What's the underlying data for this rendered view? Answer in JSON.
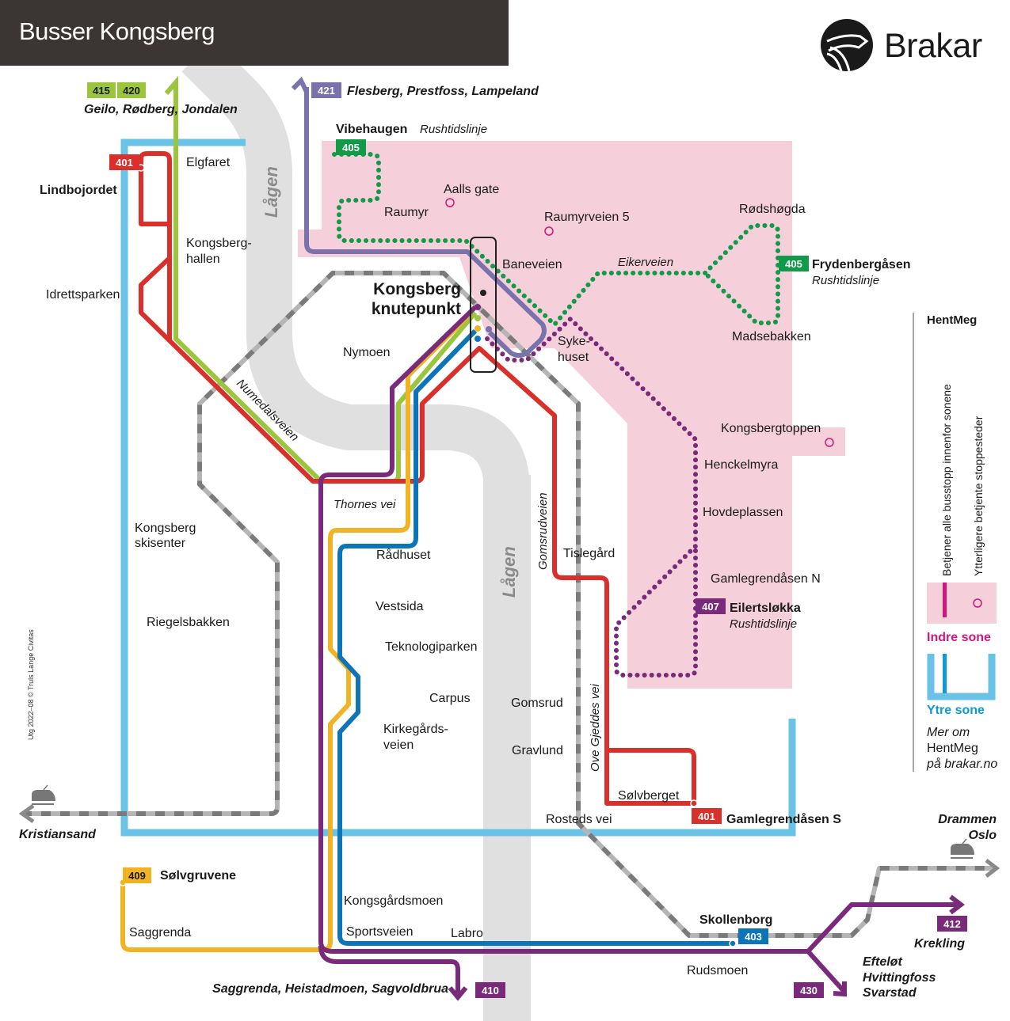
{
  "header": {
    "title": "Busser Kongsberg",
    "brand": "Brakar"
  },
  "colors": {
    "r401": "#d9302c",
    "r403": "#0d74b8",
    "r405": "#119a48",
    "r407": "#7a2a7a",
    "r409": "#f0b323",
    "r410": "#7a2a7a",
    "r412": "#7a2a7a",
    "r415": "#9bc53d",
    "r420": "#9bc53d",
    "r421": "#7a72ad",
    "r430": "#7a2a7a",
    "inner_zone": "#f5cfda",
    "outer_zone": "#6ac2e6",
    "river": "#e0e0e0",
    "rail": "#a0a0a0",
    "magenta": "#d4157a"
  },
  "routes": [
    {
      "number": "415",
      "color": "#9bc53d",
      "destination": "Geilo, Rødberg, Jondalen"
    },
    {
      "number": "420",
      "color": "#9bc53d",
      "destination": "Geilo, Rødberg, Jondalen"
    },
    {
      "number": "421",
      "color": "#7a72ad",
      "destination": "Flesberg, Prestfoss, Lampeland"
    },
    {
      "number": "405",
      "color": "#119a48",
      "destination": "Vibehaugen",
      "note": "Rushtidslinje"
    },
    {
      "number": "405",
      "color": "#119a48",
      "destination": "Frydenbergåsen",
      "note": "Rushtidslinje"
    },
    {
      "number": "401",
      "color": "#d9302c",
      "destination": "Lindbojordet"
    },
    {
      "number": "401",
      "color": "#d9302c",
      "destination": "Gamlegrendåsen S"
    },
    {
      "number": "407",
      "color": "#7a2a7a",
      "destination": "Eilertsløkka",
      "note": "Rushtidslinje"
    },
    {
      "number": "409",
      "color": "#f0b323",
      "destination": "Sølvgruvene"
    },
    {
      "number": "410",
      "color": "#7a2a7a",
      "destination": "Saggrenda, Heistadmoen, Sagvoldbrua"
    },
    {
      "number": "403",
      "color": "#0d74b8",
      "destination": "Skollenborg"
    },
    {
      "number": "412",
      "color": "#7a2a7a",
      "destination": "Krekling"
    },
    {
      "number": "430",
      "color": "#7a2a7a",
      "destination": "Efteløt Hvittingfoss Svarstad"
    }
  ],
  "labels": {
    "dest_415_420": "Geilo, Rødberg, Jondalen",
    "dest_421": "Flesberg, Prestfoss, Lampeland",
    "vibehaugen": "Vibehaugen",
    "rushtid": "Rushtidslinje",
    "lindbojordet": "Lindbojordet",
    "elgfaret": "Elgfaret",
    "kongsberghallen_1": "Kongsberg-",
    "kongsberghallen_2": "hallen",
    "idrettsparken": "Idrettsparken",
    "lagen": "Lågen",
    "raumyr": "Raumyr",
    "aalls_gate": "Aalls gate",
    "raumyrveien5": "Raumyrveien 5",
    "rodshogda": "Rødshøgda",
    "frydenbergasen": "Frydenbergåsen",
    "baneveien": "Baneveien",
    "eikerveien": "Eikerveien",
    "madsebakken": "Madsebakken",
    "knutepunkt_1": "Kongsberg",
    "knutepunkt_2": "knutepunkt",
    "nymoen": "Nymoen",
    "sykehuset_1": "Syke-",
    "sykehuset_2": "huset",
    "numedalsveien": "Numedalsveien",
    "kongsbergtoppen": "Kongsbergtoppen",
    "henckelmyra": "Henckelmyra",
    "thornes_vei": "Thornes vei",
    "hovdeplassen": "Hovdeplassen",
    "kongsberg_skisenter_1": "Kongsberg",
    "kongsberg_skisenter_2": "skisenter",
    "gomsrudveien": "Gomsrudveien",
    "radhuset": "Rådhuset",
    "tislegard": "Tislegård",
    "gamlegrendasen_n": "Gamlegrendåsen N",
    "eilertslokka": "Eilertsløkka",
    "vestsida": "Vestsida",
    "riegelsbakken": "Riegelsbakken",
    "teknologiparken": "Teknologiparken",
    "carpus": "Carpus",
    "gomsrud": "Gomsrud",
    "kirkegardsveien_1": "Kirkegårds-",
    "kirkegardsveien_2": "veien",
    "gravlund": "Gravlund",
    "ove_gjeddes_vei": "Ove Gjeddes vei",
    "solvberget": "Sølvberget",
    "rosteds_vei": "Rosteds vei",
    "gamlegrendasen_s": "Gamlegrendåsen S",
    "kristiansand": "Kristiansand",
    "drammen": "Drammen",
    "oslo": "Oslo",
    "solvgruvene": "Sølvgruvene",
    "kongsgardsmoen": "Kongsgårdsmoen",
    "saggrenda": "Saggrenda",
    "sportsveien": "Sportsveien",
    "labro": "Labro",
    "skollenborg": "Skollenborg",
    "krekling": "Krekling",
    "rudsmoen": "Rudsmoen",
    "efteloet": "Efteløt",
    "hvittingfoss": "Hvittingfoss",
    "svarstad": "Svarstad",
    "dest_410": "Saggrenda, Heistadmoen, Sagvoldbrua",
    "copyright": "Utg 2022–08 © Truls Lange Civitas"
  },
  "badges": {
    "b415": "415",
    "b420": "420",
    "b421": "421",
    "b405a": "405",
    "b405b": "405",
    "b401a": "401",
    "b401b": "401",
    "b407": "407",
    "b409": "409",
    "b410": "410",
    "b403": "403",
    "b412": "412",
    "b430": "430"
  },
  "legend": {
    "title": "HentMeg",
    "col1": "Betjener alle busstopp innenfor sonene",
    "col2": "Ytterligere betjente stoppesteder",
    "inner": "Indre sone",
    "outer": "Ytre sone",
    "more_1": "Mer om",
    "more_2": "HentMeg",
    "more_3": "på brakar.no"
  }
}
